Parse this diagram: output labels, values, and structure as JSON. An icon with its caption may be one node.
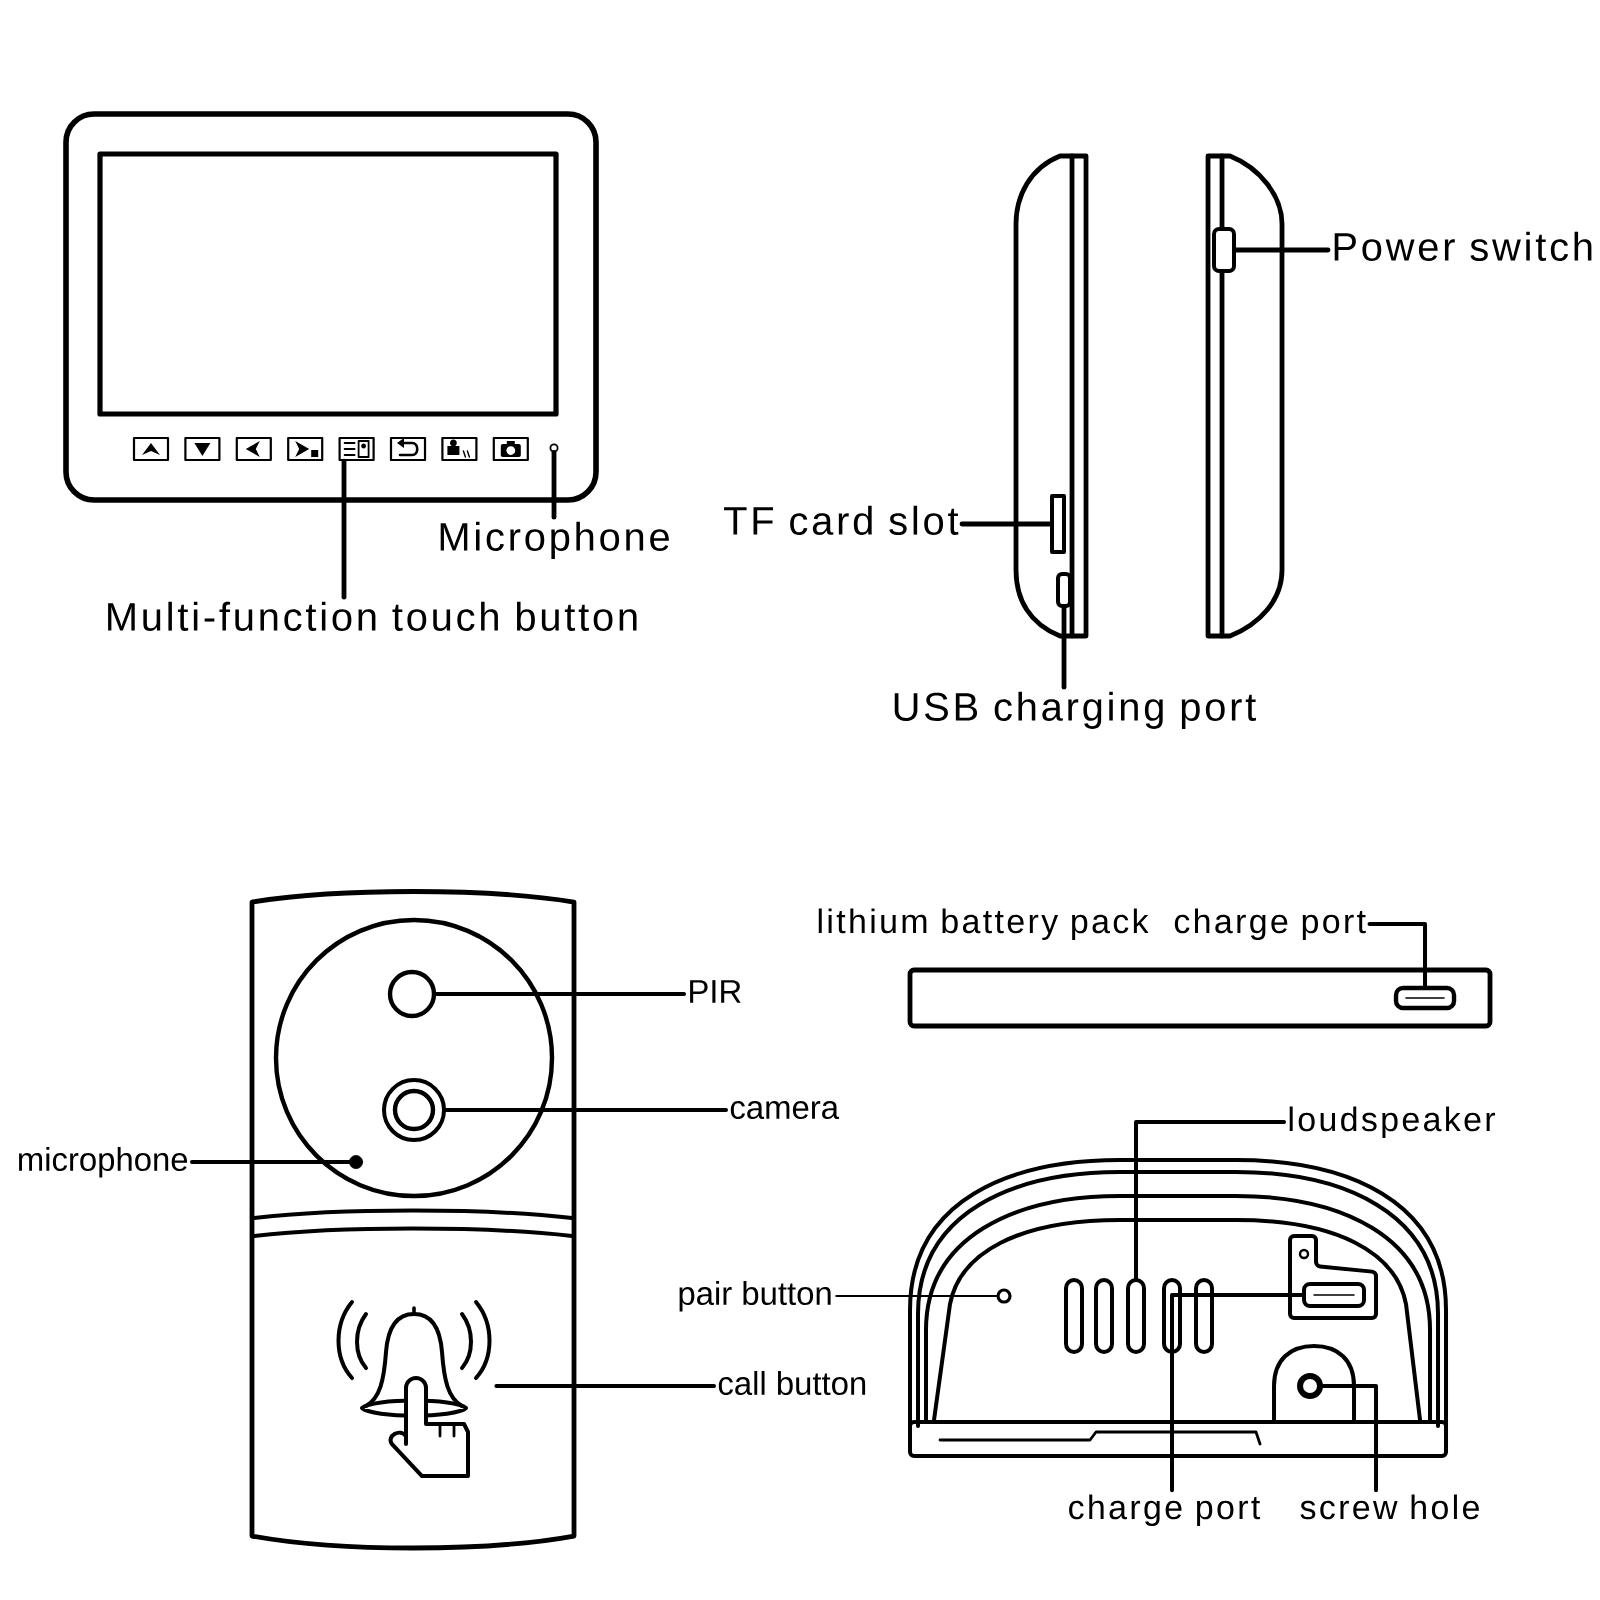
{
  "diagram": {
    "nodes": [
      {
        "text": [
          "Multi-function touch button"
        ]
      },
      {
        "text": [
          "Microphone"
        ]
      },
      {
        "text": [
          "TF card slot"
        ]
      },
      {
        "text": [
          "USB charging port"
        ]
      },
      {
        "text": [
          "Power switch"
        ]
      },
      {
        "text": [
          "PIR"
        ]
      },
      {
        "text": [
          "camera"
        ]
      },
      {
        "text": [
          "microphone"
        ]
      },
      {
        "text": [
          "call button"
        ]
      },
      {
        "text": [
          "charge port"
        ]
      },
      {
        "text": [
          "loudspeaker"
        ]
      },
      {
        "text": [
          "pair button"
        ]
      },
      {
        "text": [
          "charge port"
        ]
      },
      {
        "text": [
          "screw hole"
        ]
      },
      {
        "text": [],
        "shape": "box"
      },
      {
        "text": [],
        "shape": "circle"
      },
      {
        "text": [],
        "shape": "box"
      },
      {
        "text": [],
        "shape": "box"
      },
      {
        "text": [],
        "shape": "box"
      },
      {
        "text": [],
        "shape": "circle"
      },
      {
        "text": [],
        "shape": "circle"
      },
      {
        "text": [],
        "shape": "circle"
      },
      {
        "text": [],
        "shape": "picture"
      },
      {
        "text": [],
        "shape": "box"
      },
      {
        "text": [],
        "shape": "box"
      },
      {
        "text": [],
        "shape": "circle"
      },
      {
        "text": [],
        "shape": "box"
      },
      {
        "text": [],
        "shape": "circle"
      }
    ],
    "edges": [
      {
        "from": 0,
        "to": 14,
        "arrow": "none"
      },
      {
        "from": 1,
        "to": 15,
        "arrow": "none"
      },
      {
        "from": 2,
        "to": 16,
        "arrow": "none"
      },
      {
        "from": 3,
        "to": 17,
        "arrow": "none"
      },
      {
        "from": 4,
        "to": 18,
        "arrow": "none"
      },
      {
        "from": 5,
        "to": 19,
        "arrow": "none"
      },
      {
        "from": 6,
        "to": 20,
        "arrow": "none"
      },
      {
        "from": 7,
        "to": 21,
        "arrow": "none"
      },
      {
        "from": 8,
        "to": 22,
        "arrow": "none"
      },
      {
        "from": 9,
        "to": 23,
        "arrow": "none"
      },
      {
        "from": 10,
        "to": 24,
        "arrow": "none"
      },
      {
        "from": 11,
        "to": 25,
        "arrow": "none"
      },
      {
        "from": 12,
        "to": 26,
        "arrow": "none"
      },
      {
        "from": 13,
        "to": 27,
        "arrow": "none"
      }
    ],
    "labels": [
      "lithium battery pack"
    ]
  }
}
